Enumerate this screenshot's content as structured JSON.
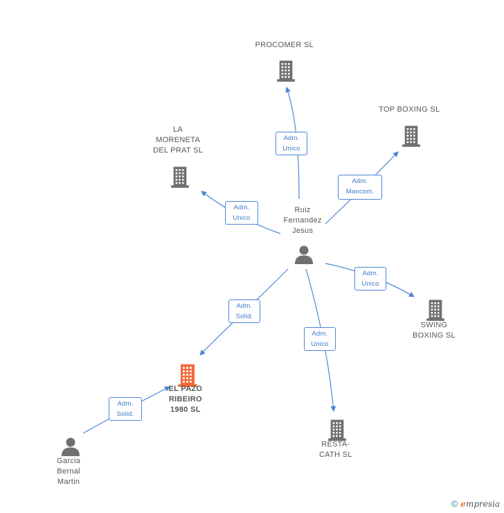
{
  "nodes": {
    "ruiz": {
      "label": [
        "Ruiz",
        "Fernandez",
        "Jesus"
      ],
      "type": "person"
    },
    "procomer": {
      "label": [
        "PROCOMER SL"
      ],
      "type": "company"
    },
    "topboxing": {
      "label": [
        "TOP BOXING SL"
      ],
      "type": "company"
    },
    "lamoreneta": {
      "label": [
        "LA",
        "MORENETA",
        "DEL PRAT SL"
      ],
      "type": "company"
    },
    "swingboxing": {
      "label": [
        "SWING",
        "BOXING SL"
      ],
      "type": "company"
    },
    "restacath": {
      "label": [
        "RESTA-",
        "CATH SL"
      ],
      "type": "company"
    },
    "elpazo": {
      "label": [
        "EL PAZO",
        "RIBEIRO",
        "1980  SL"
      ],
      "type": "company",
      "highlight": true
    },
    "garcia": {
      "label": [
        "Garcia",
        "Bernal",
        "Martin"
      ],
      "type": "person"
    }
  },
  "edges": [
    {
      "from": "ruiz",
      "to": "procomer",
      "role": [
        "Adm.",
        "Unico"
      ]
    },
    {
      "from": "ruiz",
      "to": "topboxing",
      "role": [
        "Adm.",
        "Mancom."
      ]
    },
    {
      "from": "ruiz",
      "to": "lamoreneta",
      "role": [
        "Adm.",
        "Unico"
      ]
    },
    {
      "from": "ruiz",
      "to": "swingboxing",
      "role": [
        "Adm.",
        "Unico"
      ]
    },
    {
      "from": "ruiz",
      "to": "restacath",
      "role": [
        "Adm.",
        "Unico"
      ]
    },
    {
      "from": "ruiz",
      "to": "elpazo",
      "role": [
        "Adm.",
        "Solid."
      ]
    },
    {
      "from": "garcia",
      "to": "elpazo",
      "role": [
        "Adm.",
        "Solid."
      ]
    }
  ],
  "footer": {
    "copyright": "©",
    "brand_initial": "e",
    "brand_rest": "mpresia"
  },
  "colors": {
    "edge": "#4a86d6",
    "icon": "#707070",
    "highlight_icon": "#f26b3a",
    "role_text": "#3c78c8"
  }
}
